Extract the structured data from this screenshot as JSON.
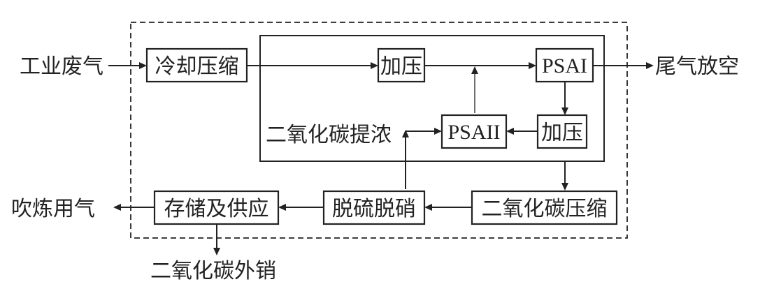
{
  "diagram": {
    "type": "process-flow",
    "external": {
      "input": "工业废气",
      "exhaust": "尾气放空",
      "blowing_gas": "吹炼用气",
      "co2_sales": "二氧化碳外销"
    },
    "boxes": {
      "cooling_compression": "冷却压缩",
      "pressurize_1": "加压",
      "psa_1": "PSAI",
      "pressurize_2": "加压",
      "psa_2": "PSAII",
      "co2_compression": "二氧化碳压缩",
      "desulfurization_denitrification": "脱硫脱硝",
      "storage_supply": "存储及供应"
    },
    "groups": {
      "co2_enrichment": "二氧化碳提浓"
    },
    "edges": [
      {
        "from": "工业废气",
        "to": "冷却压缩"
      },
      {
        "from": "冷却压缩",
        "to": "加压"
      },
      {
        "from": "加压",
        "to": "PSAI"
      },
      {
        "from": "PSAI",
        "to": "尾气放空"
      },
      {
        "from": "PSAI",
        "to": "加压"
      },
      {
        "from": "加压",
        "to": "PSAII"
      },
      {
        "from": "PSAII",
        "to": "PSAI"
      },
      {
        "from": "二氧化碳提浓",
        "to": "二氧化碳压缩"
      },
      {
        "from": "二氧化碳压缩",
        "to": "脱硫脱硝"
      },
      {
        "from": "脱硫脱硝",
        "to": "PSAII"
      },
      {
        "from": "脱硫脱硝",
        "to": "存储及供应"
      },
      {
        "from": "存储及供应",
        "to": "吹炼用气"
      },
      {
        "from": "存储及供应",
        "to": "二氧化碳外销"
      }
    ]
  }
}
